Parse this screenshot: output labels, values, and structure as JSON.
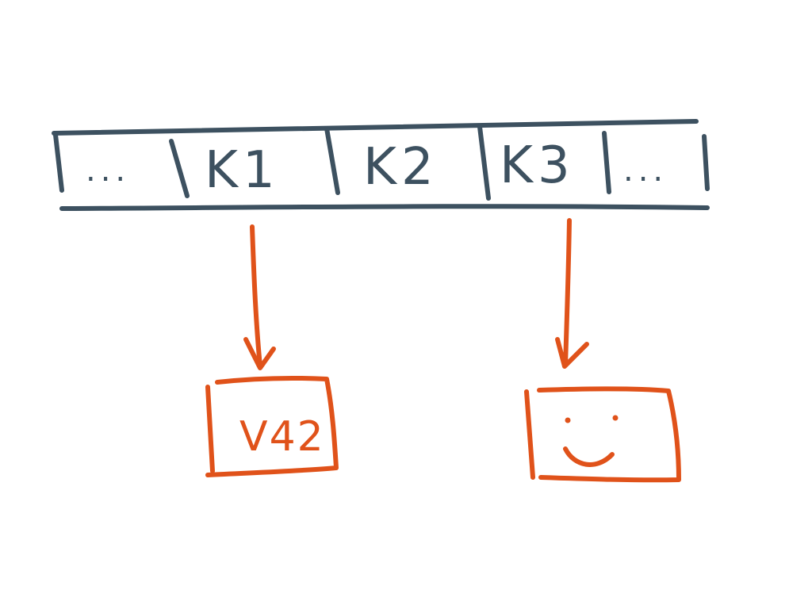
{
  "diagram": {
    "colors": {
      "array_ink": "#3d5160",
      "pointer_ink": "#e0521a",
      "background": "#ffffff"
    },
    "array": {
      "cells": [
        {
          "label": "...",
          "kind": "ellipsis"
        },
        {
          "label": "K1",
          "kind": "key"
        },
        {
          "label": "K2",
          "kind": "key"
        },
        {
          "label": "K3",
          "kind": "key"
        },
        {
          "label": "...",
          "kind": "ellipsis"
        }
      ]
    },
    "targets": [
      {
        "from": "K1",
        "content": "V42",
        "icon": null
      },
      {
        "from": "K3",
        "content": "",
        "icon": "smiley-face-icon"
      }
    ]
  }
}
